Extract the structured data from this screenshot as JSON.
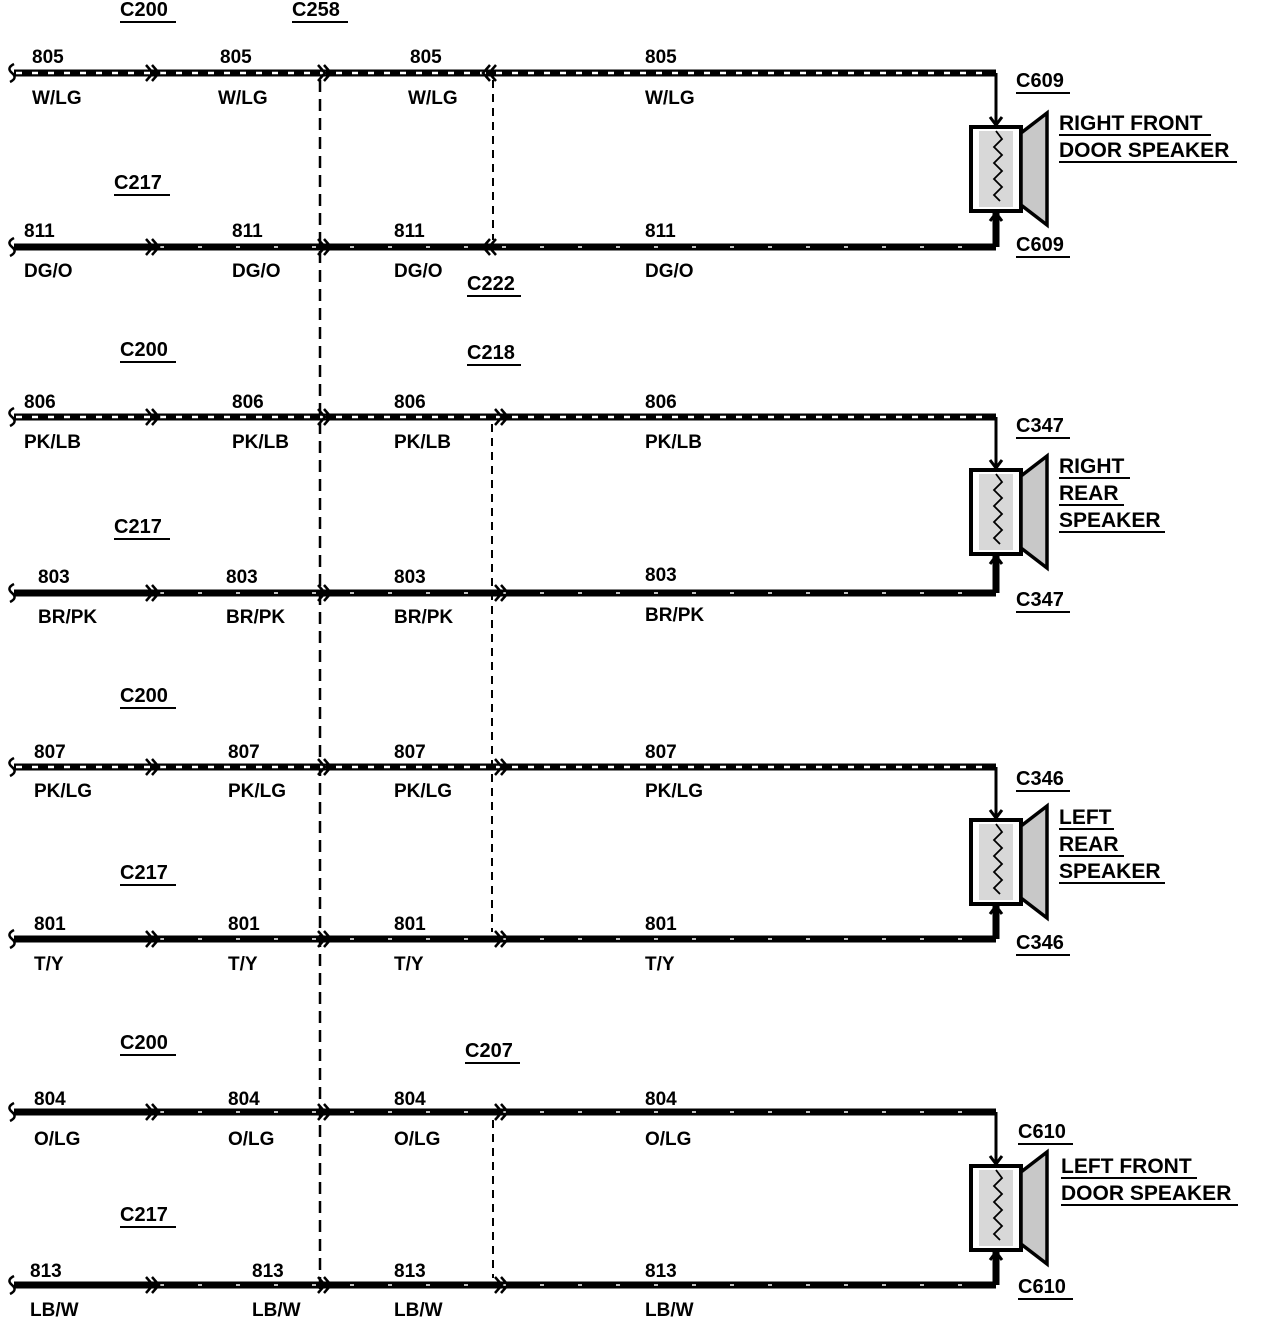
{
  "connectors": {
    "c200_a": "C200",
    "c258": "C258",
    "c217_a": "C217",
    "c222": "C222",
    "c200_b": "C200",
    "c218": "C218",
    "c217_b": "C217",
    "c200_c": "C200",
    "c217_c": "C217",
    "c200_d": "C200",
    "c207": "C207",
    "c217_d": "C217"
  },
  "wires": [
    {
      "circuit": "805",
      "color": "W/LG",
      "style": "striped",
      "circuit_labels": [
        "805",
        "805",
        "805",
        "805"
      ]
    },
    {
      "circuit": "811",
      "color": "DG/O",
      "style": "solid",
      "circuit_labels": [
        "811",
        "811",
        "811",
        "811"
      ]
    },
    {
      "circuit": "806",
      "color": "PK/LB",
      "style": "striped",
      "circuit_labels": [
        "806",
        "806",
        "806",
        "806"
      ]
    },
    {
      "circuit": "803",
      "color": "BR/PK",
      "style": "solid",
      "circuit_labels": [
        "803",
        "803",
        "803",
        "803"
      ]
    },
    {
      "circuit": "807",
      "color": "PK/LG",
      "style": "striped",
      "circuit_labels": [
        "807",
        "807",
        "807",
        "807"
      ]
    },
    {
      "circuit": "801",
      "color": "T/Y",
      "style": "solid",
      "circuit_labels": [
        "801",
        "801",
        "801",
        "801"
      ]
    },
    {
      "circuit": "804",
      "color": "O/LG",
      "style": "solid",
      "circuit_labels": [
        "804",
        "804",
        "804",
        "804"
      ]
    },
    {
      "circuit": "813",
      "color": "LB/W",
      "style": "solid",
      "circuit_labels": [
        "813",
        "813",
        "813",
        "813"
      ]
    }
  ],
  "speakers": [
    {
      "name_lines": [
        "RIGHT FRONT",
        "DOOR SPEAKER"
      ],
      "top_connector": "C609",
      "bottom_connector": "C609"
    },
    {
      "name_lines": [
        "RIGHT",
        "REAR",
        "SPEAKER"
      ],
      "top_connector": "C347",
      "bottom_connector": "C347"
    },
    {
      "name_lines": [
        "LEFT",
        "REAR",
        "SPEAKER"
      ],
      "top_connector": "C346",
      "bottom_connector": "C346"
    },
    {
      "name_lines": [
        "LEFT FRONT",
        "DOOR SPEAKER"
      ],
      "top_connector": "C610",
      "bottom_connector": "C610"
    }
  ],
  "colors": {
    "ink": "#000000",
    "paper": "#ffffff"
  }
}
